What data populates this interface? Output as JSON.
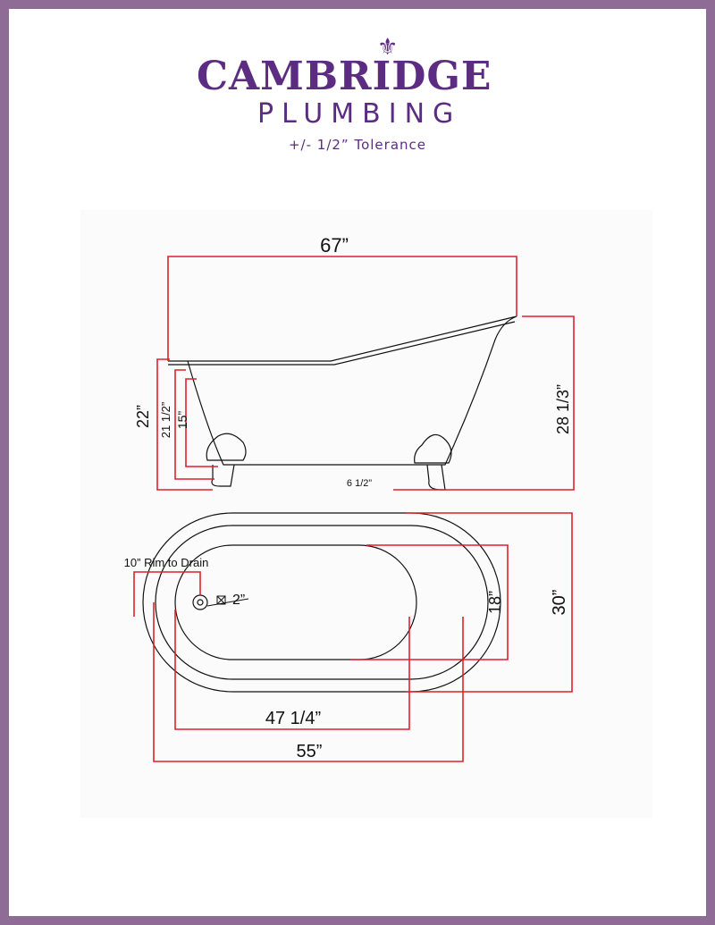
{
  "brand": {
    "name": "CAMBRIDGE",
    "sub": "PLUMBING",
    "tolerance": "+/- 1/2” Tolerance"
  },
  "colors": {
    "brand": "#5c2c82",
    "dimension": "#e0202a",
    "outline": "#111111",
    "border": "#8e6c96"
  },
  "side_view": {
    "length": "67”",
    "height_high": "28 1/3”",
    "height_rim": "22”",
    "height_inner": "21 1/2”",
    "depth": "15”",
    "foot": "6 1/2”"
  },
  "top_view": {
    "rim_to_drain": "10” Rim to Drain",
    "drain": "2”",
    "inner_width": "18”",
    "outer_width": "30”",
    "inner_length": "47 1/4”",
    "outer_length": "55”"
  }
}
